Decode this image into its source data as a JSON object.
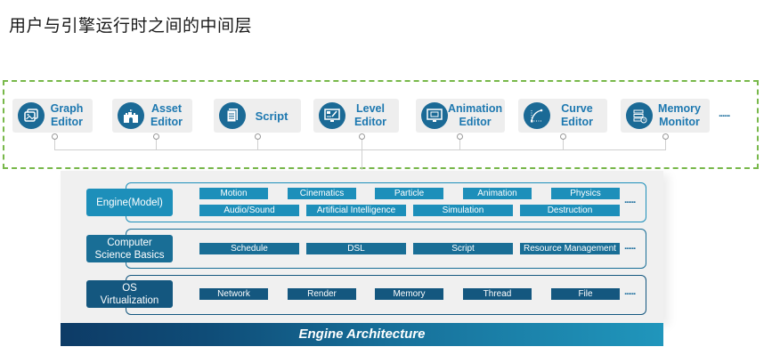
{
  "title": "用户与引擎运行时之间的中间层",
  "tools": [
    {
      "label_line1": "Graph",
      "label_line2": "Editor",
      "icon": "image-gallery-icon"
    },
    {
      "label_line1": "Asset",
      "label_line2": "Editor",
      "icon": "castle-icon"
    },
    {
      "label_line1": "Script",
      "label_line2": "",
      "icon": "document-icon"
    },
    {
      "label_line1": "Level",
      "label_line2": "Editor",
      "icon": "monitor-design-icon"
    },
    {
      "label_line1": "Animation",
      "label_line2": "Editor",
      "icon": "monitor-animation-icon"
    },
    {
      "label_line1": "Curve",
      "label_line2": "Editor",
      "icon": "curve-icon"
    },
    {
      "label_line1": "Memory",
      "label_line2": "Monitor",
      "icon": "server-clock-icon"
    }
  ],
  "tools_more": "......",
  "layers": [
    {
      "label": "Engine(Model)",
      "color": "#1d8fba",
      "row1": [
        "Motion",
        "Cinematics",
        "Particle",
        "Animation",
        "Physics"
      ],
      "row2": [
        "Audio/Sound",
        "Artificial Intelligence",
        "Simulation",
        "Destruction"
      ],
      "more": "......"
    },
    {
      "label_line1": "Computer",
      "label_line2": "Science Basics",
      "color": "#196e96",
      "row1": [
        "Schedule",
        "DSL",
        "Script",
        "Resource Management"
      ],
      "more": "......"
    },
    {
      "label_line1": "OS",
      "label_line2": "Virtualization",
      "color": "#14577f",
      "row1": [
        "Network",
        "Render",
        "Memory",
        "Thread",
        "File"
      ],
      "more": "......"
    }
  ],
  "footer": "Engine Architecture",
  "colors": {
    "accent_green": "#78b84a",
    "brand_blue": "#1b6a96",
    "label_blue": "#1d78b0"
  }
}
